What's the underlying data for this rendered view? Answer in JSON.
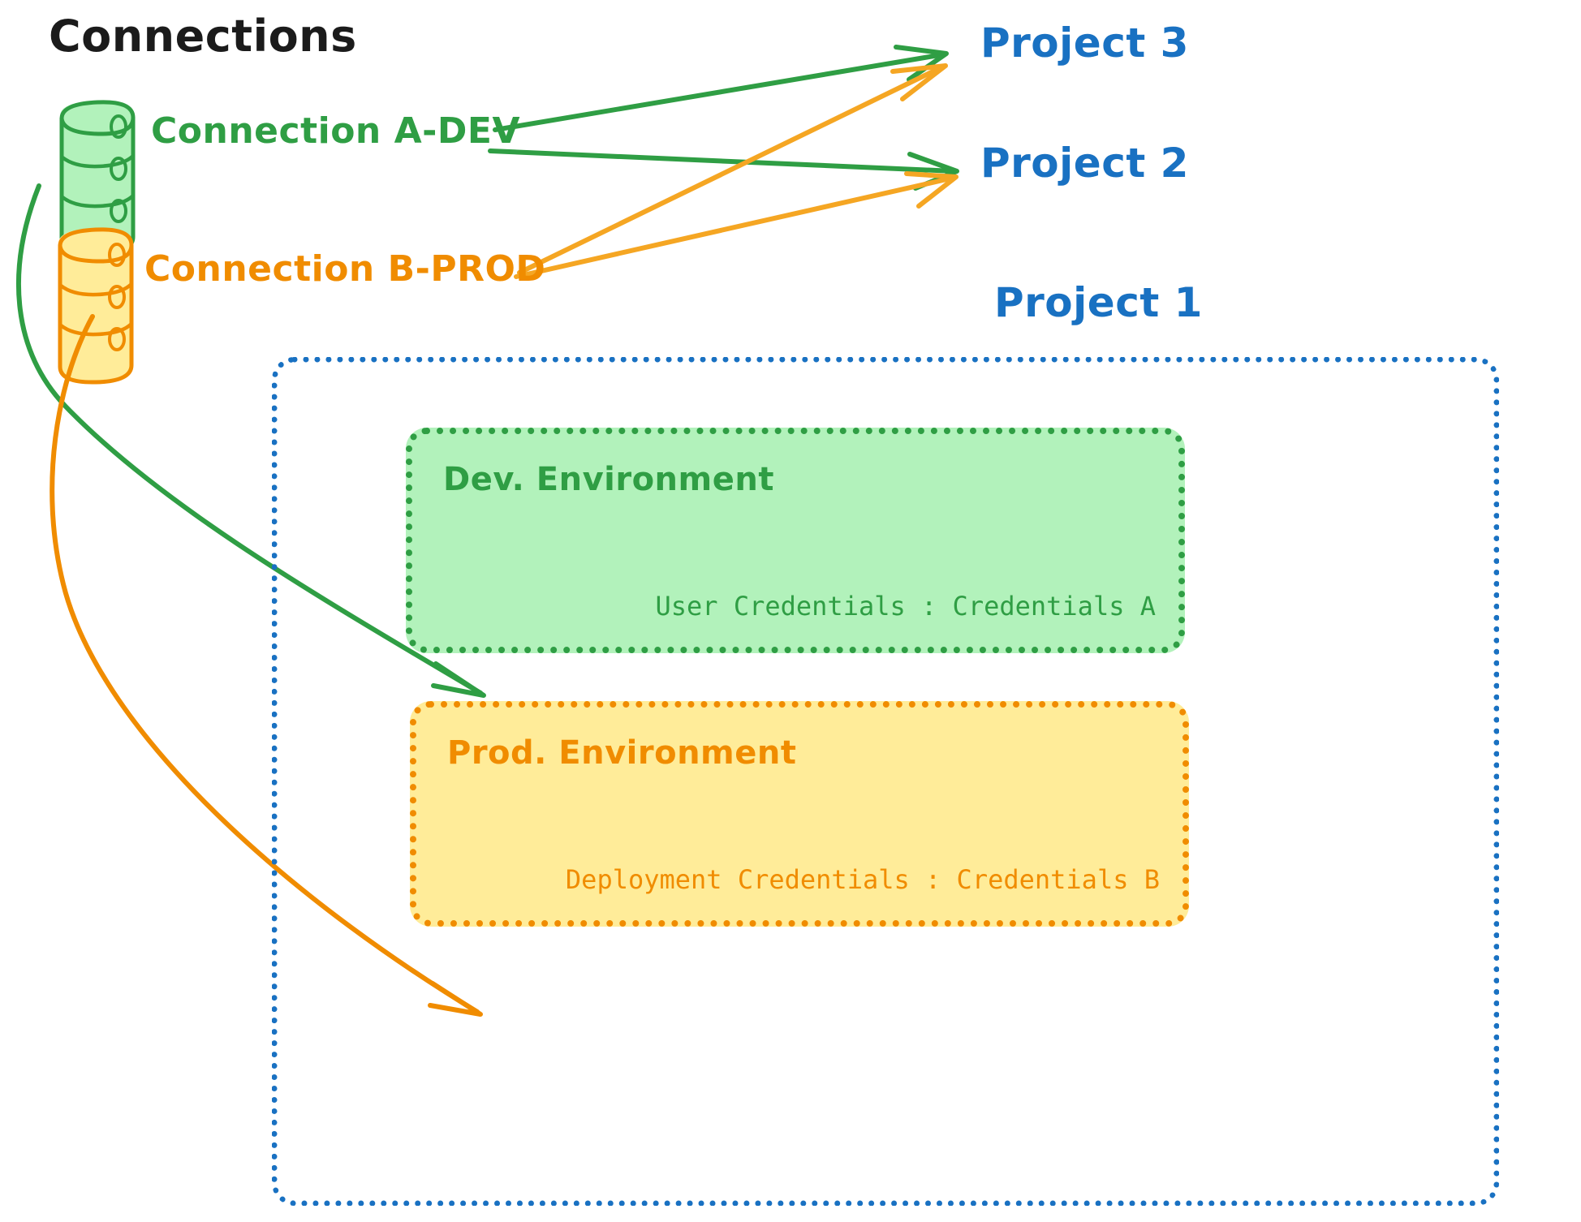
{
  "title": "Connections",
  "colors": {
    "green": "#2f9e44",
    "green_fill": "#b2f2bb",
    "orange": "#f08c00",
    "orange_fill": "#ffec99",
    "blue": "#1971c2",
    "black": "#1b1b1b"
  },
  "connections": [
    {
      "id": "a-dev",
      "label": "Connection A-DEV",
      "icon": "database-icon",
      "color": "#2f9e44"
    },
    {
      "id": "b-prod",
      "label": "Connection B-PROD",
      "icon": "database-icon",
      "color": "#f08c00"
    }
  ],
  "projects": [
    {
      "id": "project-3",
      "label": "Project 3"
    },
    {
      "id": "project-2",
      "label": "Project 2"
    },
    {
      "id": "project-1",
      "label": "Project 1"
    }
  ],
  "project1": {
    "label": "Project 1",
    "environments": [
      {
        "id": "dev",
        "title": "Dev. Environment",
        "credentials_label": "User Credentials",
        "credentials_value": "Credentials A",
        "credentials_line": "User Credentials : Credentials A",
        "color": "#2f9e44",
        "fill": "#b2f2bb"
      },
      {
        "id": "prod",
        "title": "Prod. Environment",
        "credentials_label": "Deployment Credentials",
        "credentials_value": "Credentials B",
        "credentials_line": "Deployment Credentials : Credentials B",
        "color": "#f08c00",
        "fill": "#ffec99"
      }
    ]
  },
  "edges": [
    {
      "from": "a-dev",
      "to": "project-3",
      "color": "#2f9e44"
    },
    {
      "from": "a-dev",
      "to": "project-2",
      "color": "#2f9e44"
    },
    {
      "from": "a-dev",
      "to": "dev",
      "color": "#2f9e44"
    },
    {
      "from": "b-prod",
      "to": "project-3",
      "color": "#f5a623"
    },
    {
      "from": "b-prod",
      "to": "project-2",
      "color": "#f5a623"
    },
    {
      "from": "b-prod",
      "to": "prod",
      "color": "#f08c00"
    }
  ]
}
